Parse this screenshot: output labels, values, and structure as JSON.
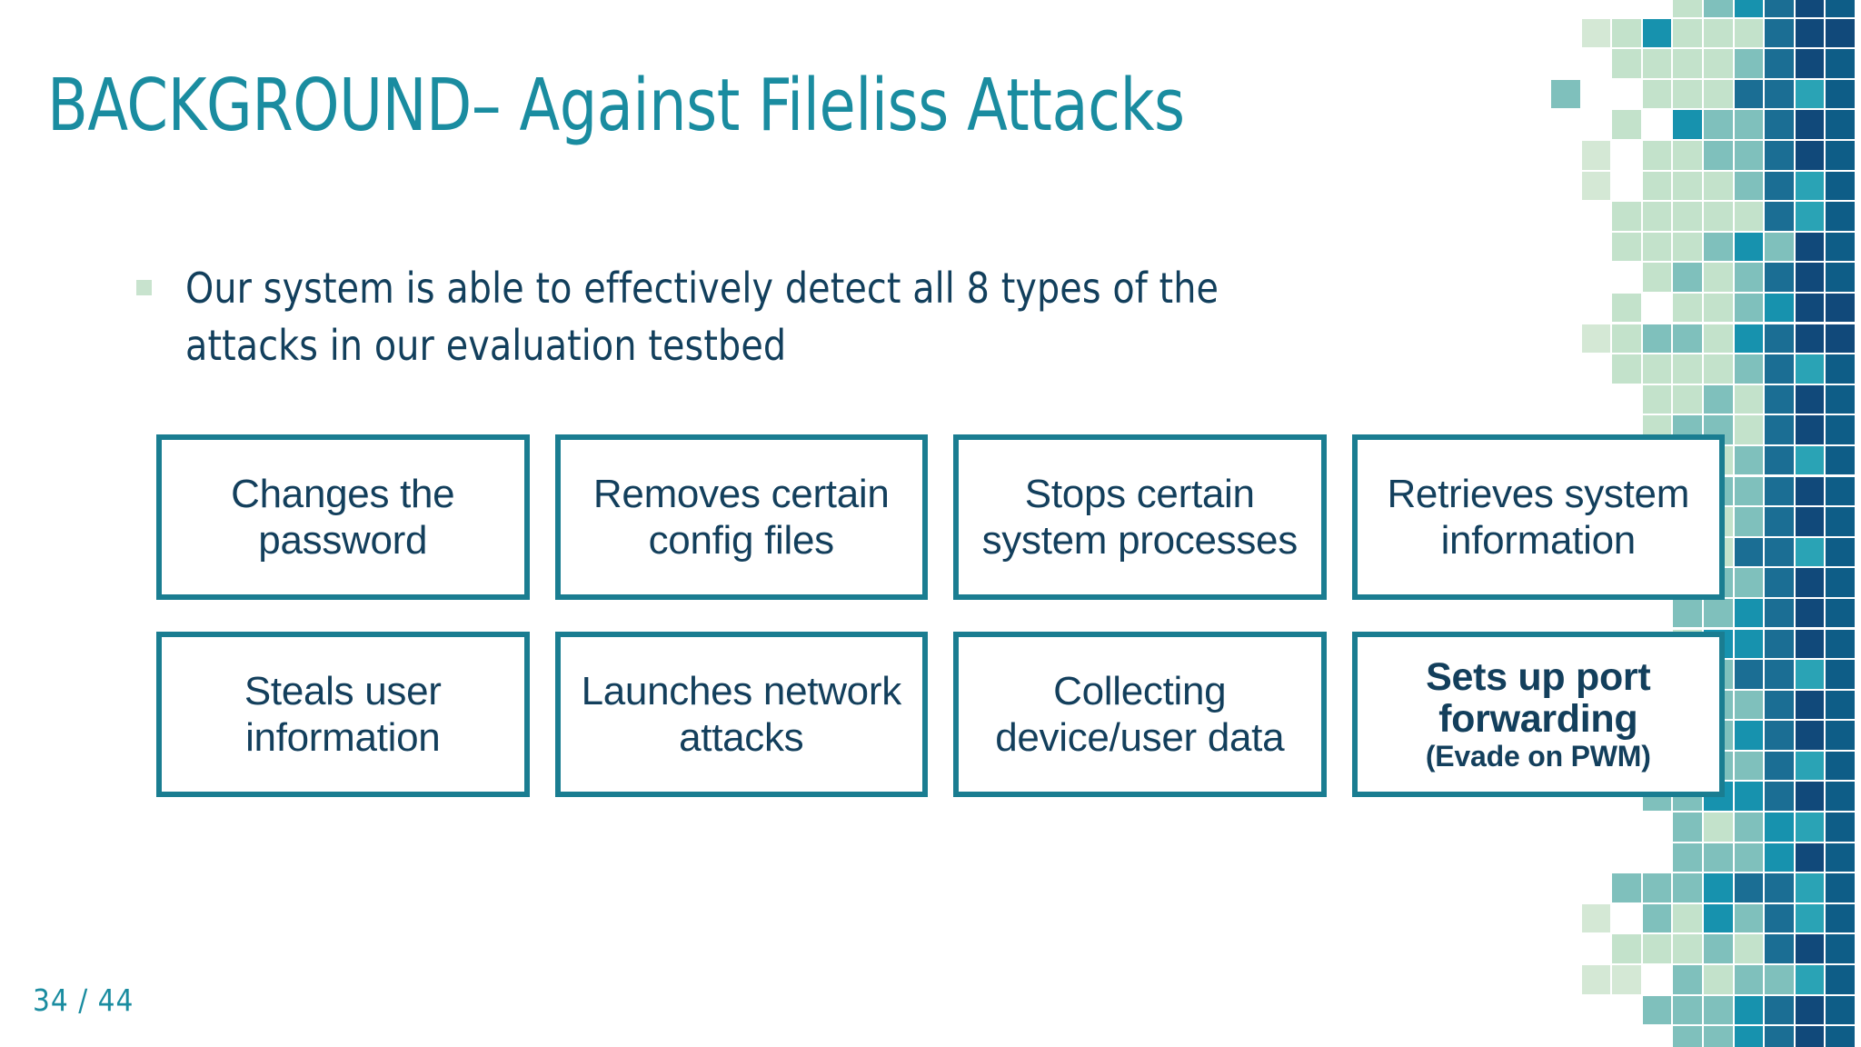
{
  "slide": {
    "title": "BACKGROUND– Against Fileliss Attacks",
    "page_number": "34 / 44",
    "title_color": "#1A8CA0",
    "body_color": "#123F5C",
    "box_border_color": "#1A7D91",
    "bullet_marker_color": "#C8E3CE",
    "background_color": "#FFFFFF"
  },
  "body": {
    "bullet_text": "Our system is able to effectively detect all 8 types of the attacks in our evaluation testbed",
    "bullet_marker": "square-bullet-icon"
  },
  "boxes": [
    {
      "label": "Changes the password",
      "bold": false,
      "sub": ""
    },
    {
      "label": "Removes certain config files",
      "bold": false,
      "sub": ""
    },
    {
      "label": "Stops certain system processes",
      "bold": false,
      "sub": ""
    },
    {
      "label": "Retrieves system information",
      "bold": false,
      "sub": ""
    },
    {
      "label": "Steals user information",
      "bold": false,
      "sub": ""
    },
    {
      "label": "Launches network attacks",
      "bold": false,
      "sub": ""
    },
    {
      "label": "Collecting device/user data",
      "bold": false,
      "sub": ""
    },
    {
      "label": "Sets up port forwarding",
      "bold": true,
      "sub": "(Evade on PWM)"
    }
  ],
  "mosaic": {
    "palette": {
      "0": "transparent",
      "1": "#D4E8D5",
      "2": "#C3E2CB",
      "3": "#7FC0BC",
      "4": "#1792AE",
      "5": "#1682A8",
      "6": "#0E5D87",
      "7": "#11497A",
      "8": "#1B6E94",
      "9": "#2AA3B5"
    },
    "columns": 10,
    "rows": [
      [
        0,
        0,
        0,
        0,
        2,
        3,
        4,
        8,
        7,
        6
      ],
      [
        0,
        1,
        2,
        4,
        2,
        2,
        2,
        8,
        7,
        7
      ],
      [
        0,
        0,
        2,
        2,
        2,
        2,
        3,
        8,
        7,
        6
      ],
      [
        3,
        0,
        0,
        2,
        2,
        2,
        8,
        8,
        9,
        6
      ],
      [
        0,
        0,
        2,
        0,
        4,
        3,
        3,
        8,
        7,
        6
      ],
      [
        0,
        1,
        0,
        2,
        2,
        3,
        3,
        8,
        7,
        6
      ],
      [
        0,
        1,
        0,
        2,
        2,
        2,
        3,
        8,
        9,
        6
      ],
      [
        0,
        0,
        2,
        2,
        2,
        2,
        2,
        8,
        9,
        6
      ],
      [
        0,
        0,
        2,
        2,
        2,
        3,
        4,
        3,
        7,
        6
      ],
      [
        0,
        0,
        0,
        2,
        3,
        2,
        3,
        8,
        7,
        6
      ],
      [
        0,
        0,
        2,
        0,
        2,
        2,
        3,
        4,
        7,
        7
      ],
      [
        0,
        1,
        2,
        3,
        3,
        2,
        4,
        8,
        7,
        7
      ],
      [
        0,
        0,
        2,
        2,
        2,
        2,
        3,
        8,
        9,
        6
      ],
      [
        0,
        0,
        0,
        2,
        2,
        3,
        2,
        8,
        7,
        6
      ],
      [
        0,
        0,
        0,
        2,
        3,
        3,
        2,
        8,
        7,
        6
      ],
      [
        0,
        0,
        0,
        2,
        2,
        2,
        3,
        8,
        9,
        6
      ],
      [
        0,
        0,
        0,
        0,
        2,
        3,
        3,
        8,
        7,
        6
      ],
      [
        0,
        0,
        0,
        0,
        4,
        2,
        3,
        8,
        7,
        6
      ],
      [
        0,
        0,
        0,
        0,
        3,
        2,
        8,
        8,
        9,
        6
      ],
      [
        0,
        0,
        0,
        0,
        2,
        3,
        3,
        8,
        7,
        6
      ],
      [
        0,
        0,
        0,
        0,
        3,
        3,
        4,
        8,
        7,
        6
      ],
      [
        0,
        0,
        0,
        0,
        2,
        4,
        4,
        8,
        7,
        6
      ],
      [
        0,
        0,
        0,
        3,
        3,
        3,
        8,
        8,
        9,
        6
      ],
      [
        0,
        0,
        0,
        0,
        3,
        3,
        3,
        8,
        7,
        6
      ],
      [
        0,
        0,
        0,
        0,
        3,
        3,
        4,
        8,
        7,
        6
      ],
      [
        0,
        0,
        0,
        0,
        3,
        3,
        3,
        8,
        9,
        6
      ],
      [
        0,
        0,
        0,
        3,
        3,
        4,
        4,
        8,
        7,
        6
      ],
      [
        0,
        0,
        0,
        0,
        3,
        2,
        3,
        4,
        9,
        6
      ],
      [
        0,
        0,
        0,
        0,
        3,
        3,
        3,
        4,
        7,
        6
      ],
      [
        0,
        0,
        3,
        3,
        3,
        4,
        8,
        8,
        9,
        6
      ],
      [
        0,
        1,
        0,
        3,
        2,
        4,
        3,
        8,
        9,
        6
      ],
      [
        0,
        0,
        2,
        2,
        2,
        3,
        2,
        8,
        7,
        6
      ],
      [
        0,
        1,
        1,
        0,
        3,
        2,
        3,
        3,
        9,
        6
      ],
      [
        0,
        0,
        0,
        3,
        3,
        3,
        4,
        8,
        7,
        6
      ],
      [
        0,
        0,
        0,
        0,
        3,
        3,
        4,
        8,
        7,
        6
      ]
    ]
  }
}
